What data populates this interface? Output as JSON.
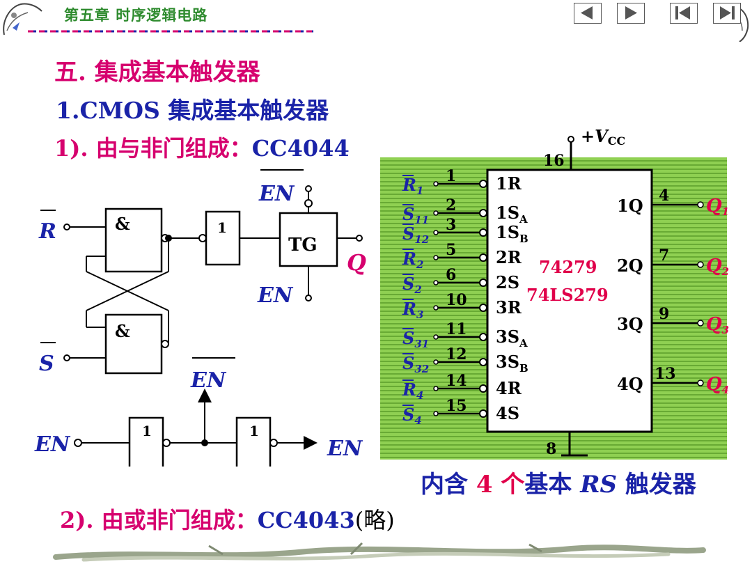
{
  "header": {
    "title": "第五章 时序逻辑电路",
    "nav": [
      "prev-icon",
      "next-icon",
      "first-icon",
      "last-icon"
    ]
  },
  "headings": {
    "section": "五. 集成基本触发器",
    "subsection": "1.CMOS 集成基本触发器",
    "item1_prefix": "1). 由与非门组成：",
    "item1_chip": "CC4044",
    "item2_prefix": "2). 由或非门组成：",
    "item2_chip": "CC4043",
    "item2_note": "(略)"
  },
  "circuit": {
    "R": "R",
    "S": "S",
    "and_symbol": "&",
    "not_symbol": "1",
    "tg": "TG",
    "Q": "Q",
    "EN": "EN"
  },
  "chip": {
    "name1": "74279",
    "name2": "74LS279",
    "vcc_prefix": "+V",
    "vcc_sub": "CC",
    "vcc_pin": "16",
    "gnd_pin": "8",
    "inputs": [
      {
        "pin": "1",
        "ext": "R",
        "ext_sub": "1",
        "inner": "1R",
        "inner_sub": ""
      },
      {
        "pin": "2",
        "ext": "S",
        "ext_sub": "11",
        "inner": "1S",
        "inner_sub": "A"
      },
      {
        "pin": "3",
        "ext": "S",
        "ext_sub": "12",
        "inner": "1S",
        "inner_sub": "B"
      },
      {
        "pin": "5",
        "ext": "R",
        "ext_sub": "2",
        "inner": "2R",
        "inner_sub": ""
      },
      {
        "pin": "6",
        "ext": "S",
        "ext_sub": "2",
        "inner": "2S",
        "inner_sub": ""
      },
      {
        "pin": "10",
        "ext": "R",
        "ext_sub": "3",
        "inner": "3R",
        "inner_sub": ""
      },
      {
        "pin": "11",
        "ext": "S",
        "ext_sub": "31",
        "inner": "3S",
        "inner_sub": "A"
      },
      {
        "pin": "12",
        "ext": "S",
        "ext_sub": "32",
        "inner": "3S",
        "inner_sub": "B"
      },
      {
        "pin": "14",
        "ext": "R",
        "ext_sub": "4",
        "inner": "4R",
        "inner_sub": ""
      },
      {
        "pin": "15",
        "ext": "S",
        "ext_sub": "4",
        "inner": "4S",
        "inner_sub": ""
      }
    ],
    "outputs": [
      {
        "pin": "4",
        "inner": "1Q",
        "ext": "Q",
        "ext_sub": "1"
      },
      {
        "pin": "7",
        "inner": "2Q",
        "ext": "Q",
        "ext_sub": "2"
      },
      {
        "pin": "9",
        "inner": "3Q",
        "ext": "Q",
        "ext_sub": "3"
      },
      {
        "pin": "13",
        "inner": "4Q",
        "ext": "Q",
        "ext_sub": "4"
      }
    ]
  },
  "caption": {
    "pre": "内含",
    "num": "4",
    "unit": "个",
    "mid": "基本",
    "rs": "RS",
    "post": "触发器"
  },
  "colors": {
    "magenta": "#d6006e",
    "blue": "#1a23a8",
    "green_hatch": "#7cc24a",
    "chip_red": "#e0004a"
  }
}
